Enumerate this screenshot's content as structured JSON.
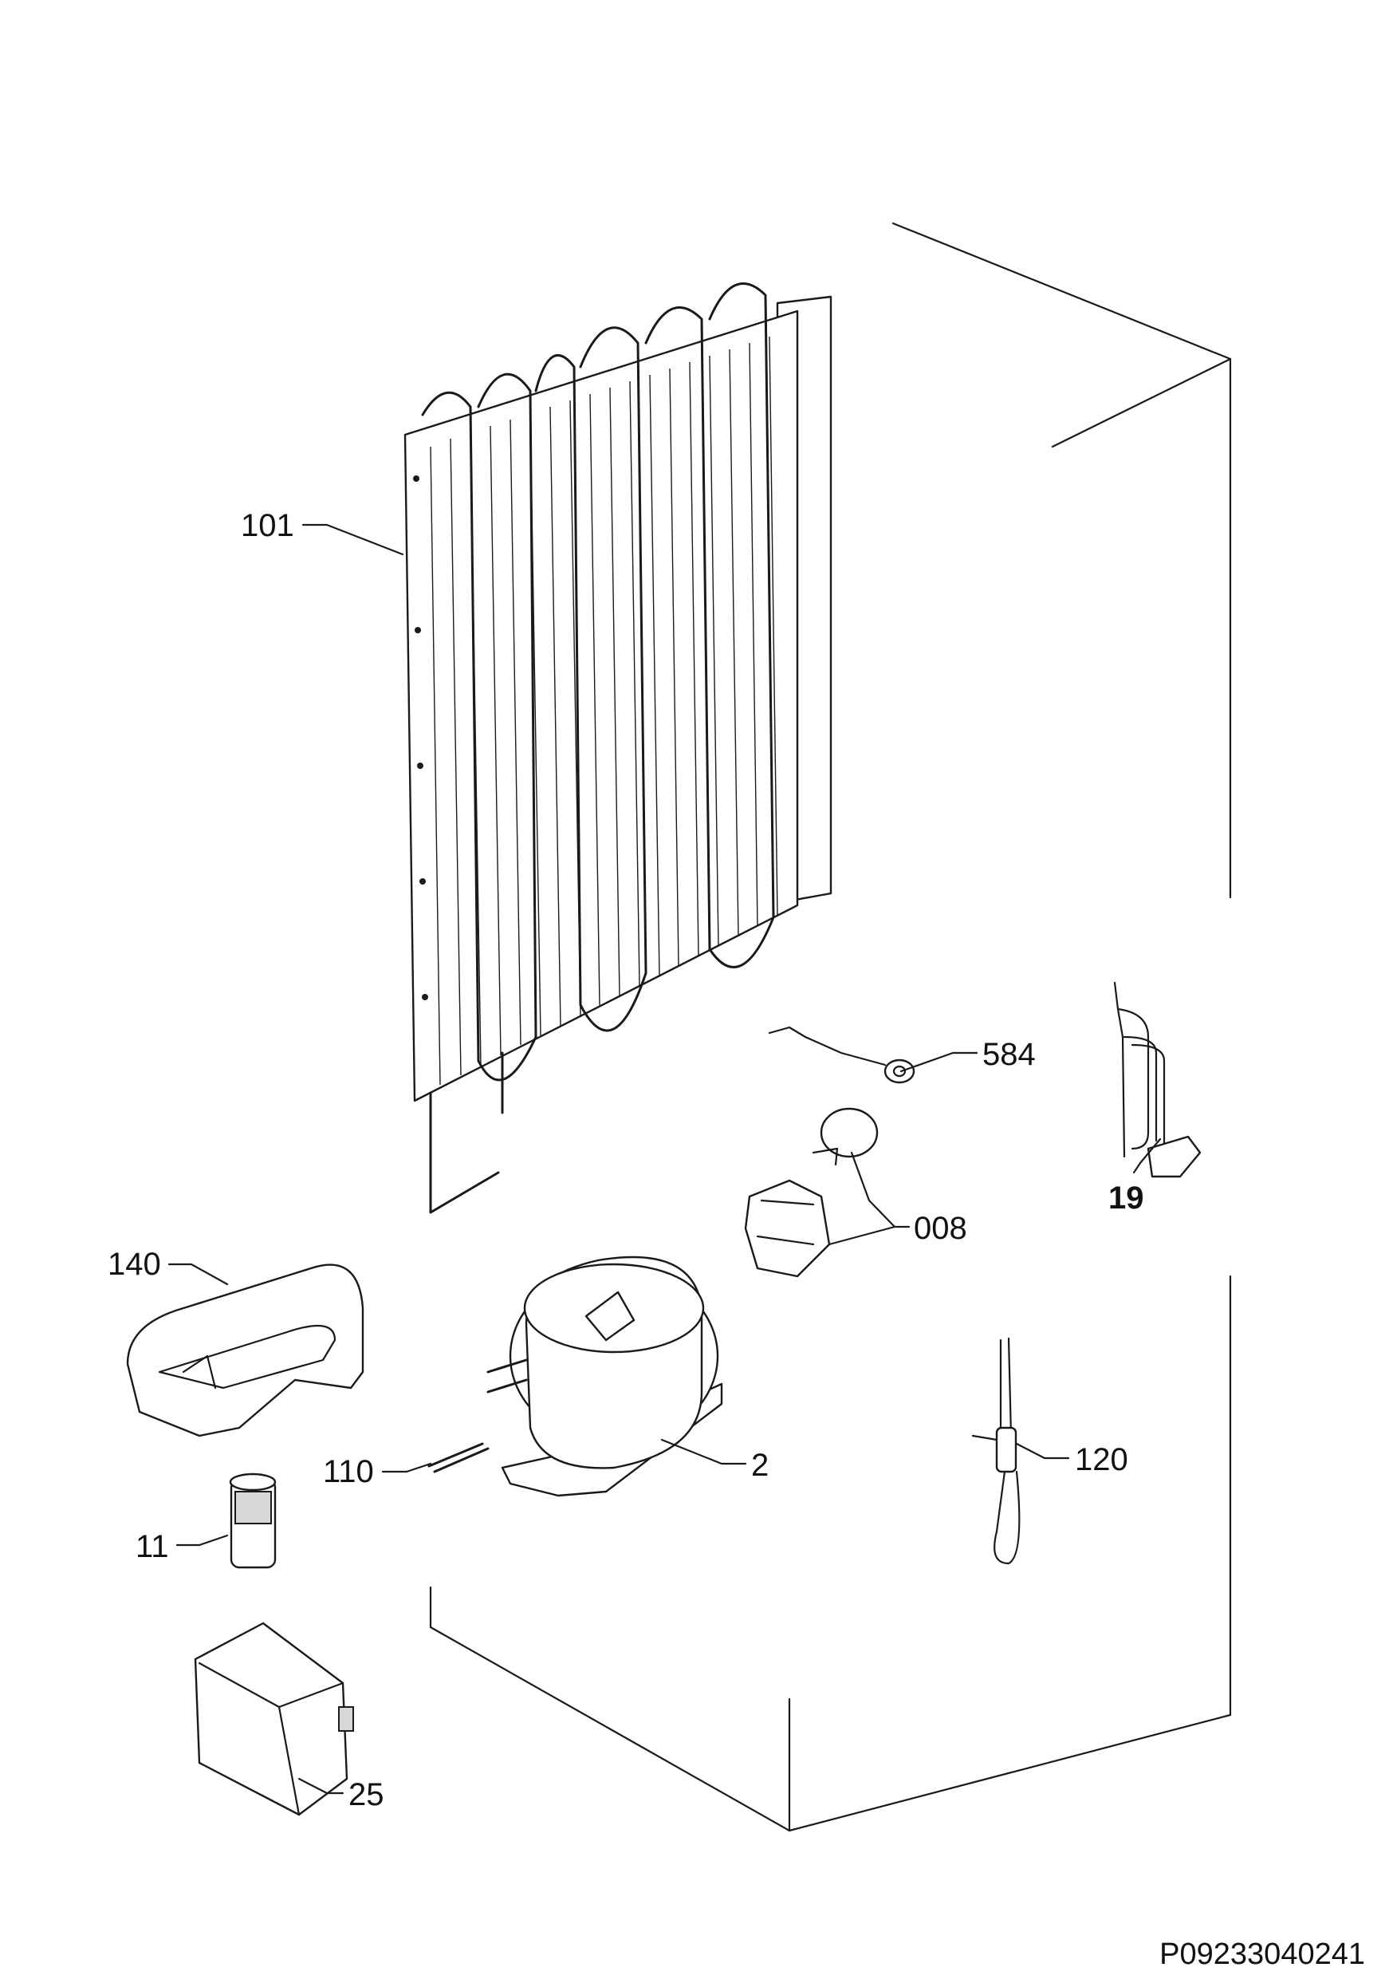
{
  "document_code": "P09233040241",
  "callouts": [
    {
      "id": "101",
      "label": "101"
    },
    {
      "id": "584",
      "label": "584"
    },
    {
      "id": "19",
      "label": "19"
    },
    {
      "id": "008",
      "label": "008"
    },
    {
      "id": "140",
      "label": "140"
    },
    {
      "id": "110",
      "label": "110"
    },
    {
      "id": "2",
      "label": "2"
    },
    {
      "id": "120",
      "label": "120"
    },
    {
      "id": "11",
      "label": "11"
    },
    {
      "id": "25",
      "label": "25"
    }
  ],
  "parts": {
    "condenser": "condenser-icon",
    "thermal_sensor": "sensor-cable-icon",
    "power_cord": "power-cord-icon",
    "relay_starter": "relay-icon",
    "compressor_tray": "tray-icon",
    "drain_pipe": "pipe-icon",
    "compressor": "compressor-icon",
    "filter_drier": "filter-drier-icon",
    "capacitor": "capacitor-icon",
    "cover_box": "cover-box-icon"
  }
}
